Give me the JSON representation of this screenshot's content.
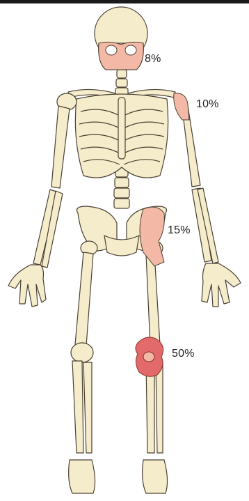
{
  "colors": {
    "bone_fill": "#f4eccb",
    "bone_stroke": "#4a4032",
    "highlight_light": "#f4b8a6",
    "highlight_dark": "#e26a6a"
  },
  "annotations": [
    {
      "region": "skull",
      "label": "8%"
    },
    {
      "region": "right-shoulder",
      "label": "10%"
    },
    {
      "region": "right-hip",
      "label": "15%"
    },
    {
      "region": "right-knee",
      "label": "50%"
    }
  ]
}
